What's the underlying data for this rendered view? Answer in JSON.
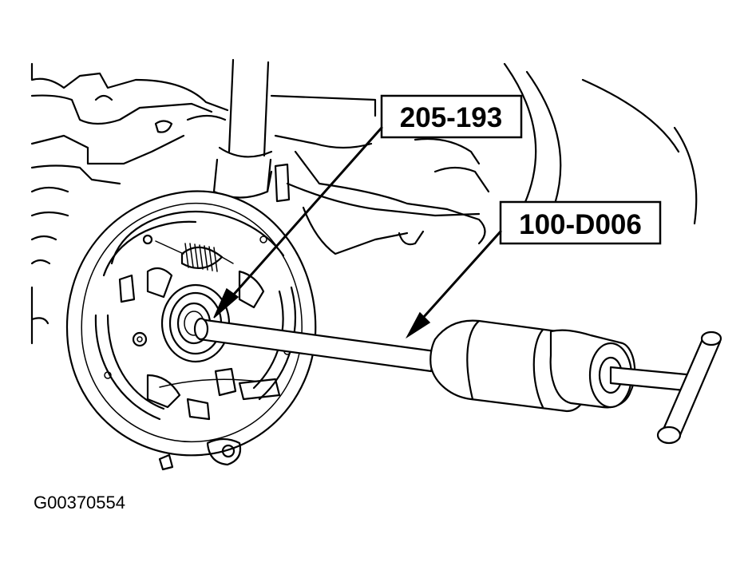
{
  "callouts": {
    "tool_upper": "205-193",
    "tool_lower": "100-D006"
  },
  "figure_id": "G00370554",
  "icons": {
    "brake_assembly": "brake-backing-plate-illustration",
    "slide_hammer": "slide-hammer-tool-illustration",
    "axle_shaft": "rear-axle-shaft-illustration"
  },
  "colors": {
    "line": "#000000",
    "background": "#ffffff"
  }
}
